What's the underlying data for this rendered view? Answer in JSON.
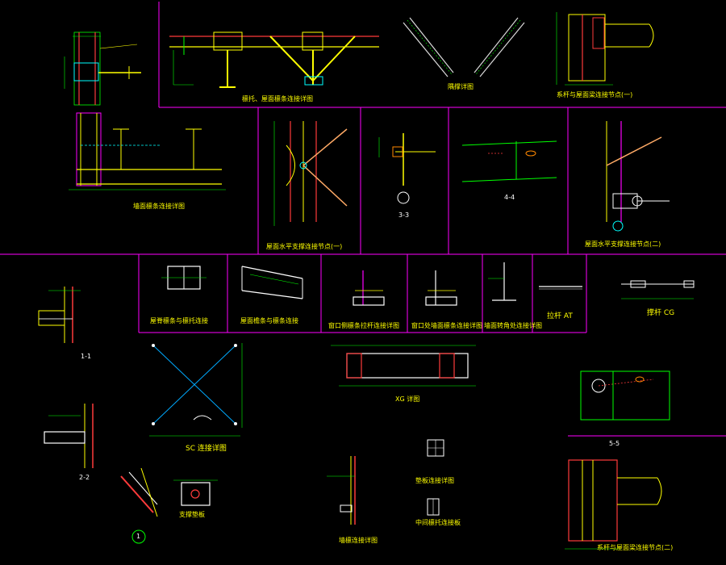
{
  "colors": {
    "background": "#000000",
    "frame": "#ff00ff",
    "member": "#ffff00",
    "section": "#ff3b3b",
    "dimension": "#00ff00",
    "brace": "#d9d9d9",
    "bolt": "#00ffff",
    "text": "#ffff00"
  },
  "titles": {
    "purlin_joint": "檩托、屋面檩条连接详图",
    "bracing": "隅撑详图",
    "tie_rod_roof_beam_1": "系杆与屋面梁连接节点(一)",
    "wall_purlin": "墙面檩条连接详图",
    "roof_horizontal_brace_1": "屋面水平支撑连接节点(一)",
    "section_3_3": "3-3",
    "section_4_4": "4-4",
    "roof_horizontal_brace_2": "屋面水平支撑连接节点(二)",
    "ridge_purlin": "屋脊檩条与檩托连接",
    "eave_purlin": "屋面檐条与檩条连接",
    "window_frame": "窗口侧檩条拉杆连接详图",
    "window_bottom": "窗口处墙面檩条连接详图",
    "wall_corner": "墙面转角处连接详图",
    "tie_rod_at": "拉杆 AT",
    "brace_rod": "撑杆 CG",
    "section_1_1": "1-1",
    "xg_detail": "XG 详图",
    "section_5_5": "5-5",
    "sc_connection": "SC 连接详图",
    "section_2_2": "2-2",
    "wall_purlin_detail": "墙檩连接详图",
    "tie_rod_roof_beam_2": "系杆与屋面梁连接节点(二)",
    "brace_plate": "支撑垫板",
    "detail_1": "1",
    "plate_a": "垫板连接详图",
    "plate_b": "中间檩托连接板"
  }
}
